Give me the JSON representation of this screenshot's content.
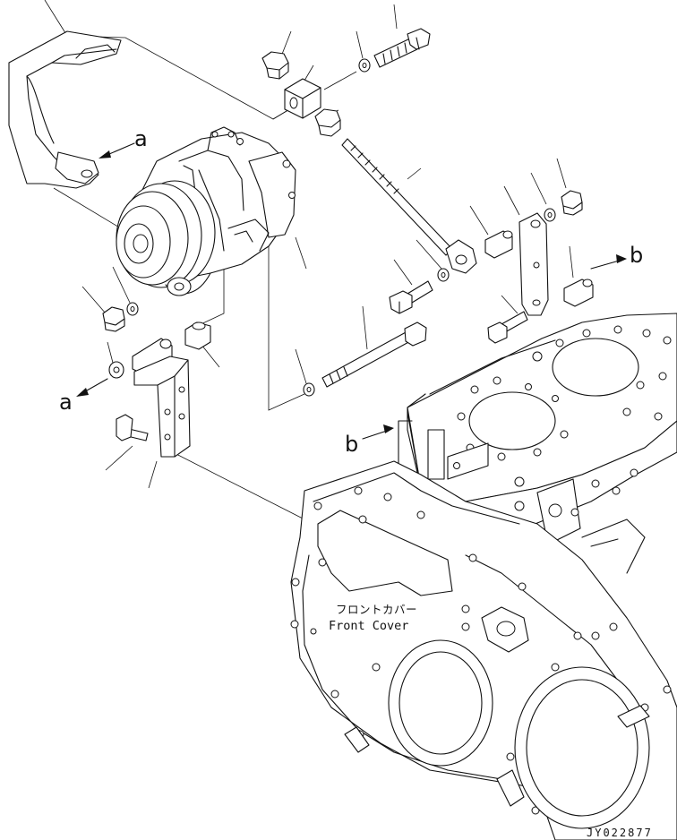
{
  "labels": {
    "ref_a_upper": "a",
    "ref_a_lower": "a",
    "ref_b_right": "b",
    "ref_b_block": "b",
    "front_cover_jp": "フロントカバー",
    "front_cover_en": "Front Cover",
    "drawing_code": "JY022877"
  }
}
